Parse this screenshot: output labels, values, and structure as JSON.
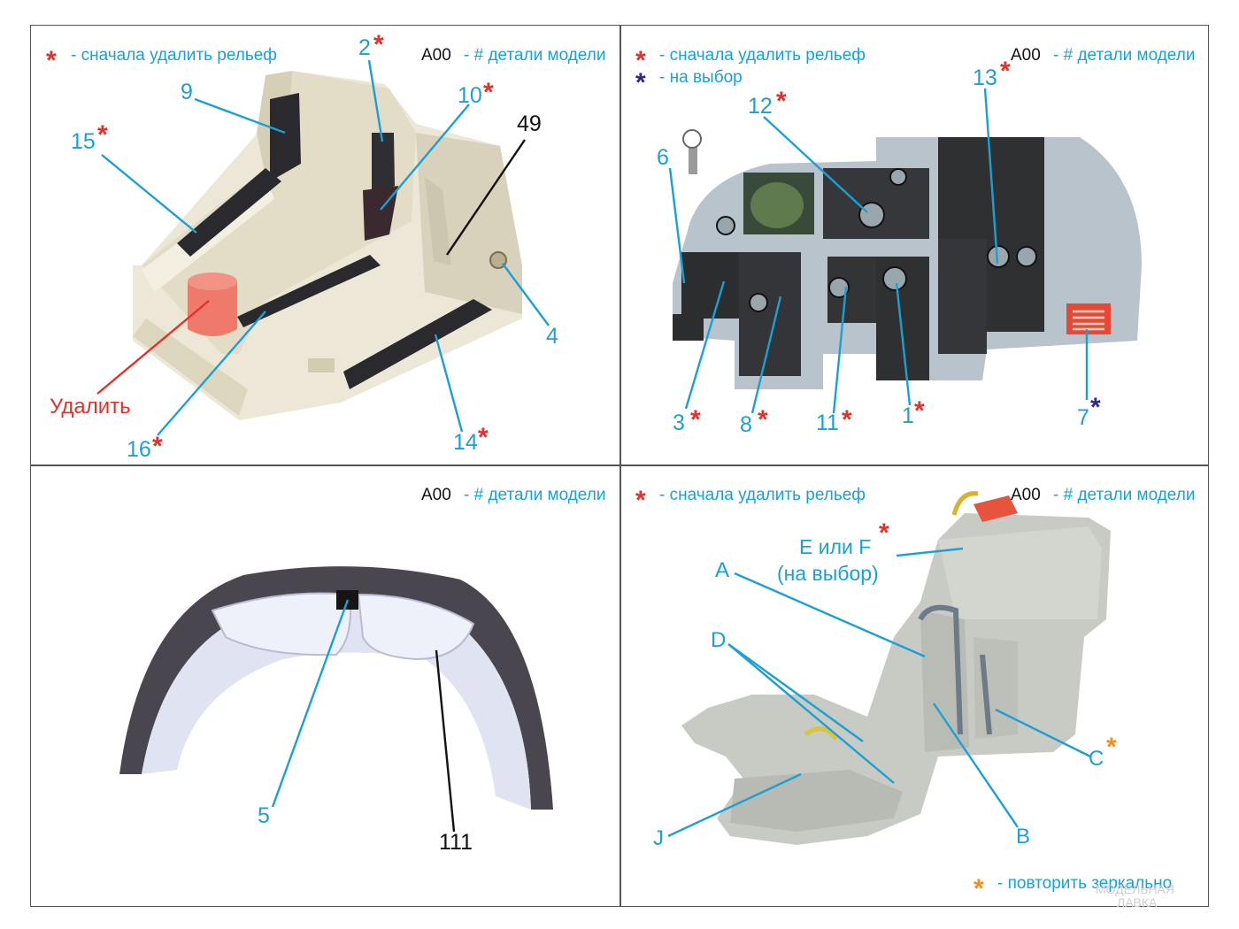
{
  "legend": {
    "star": "*",
    "remove_relief": "- сначала удалить рельеф",
    "optional": "- на выбор",
    "mirror": "- повторить зеркально",
    "part_code": "A00",
    "part_desc": "- # детали модели"
  },
  "colors": {
    "red": "#e0322d",
    "blue": "#1ba0d6",
    "navy": "#2c2a86",
    "orange": "#f0901c",
    "black": "#111111"
  },
  "panel_tl": {
    "labels": {
      "l9": "9",
      "l15": "15",
      "l2": "2",
      "l10": "10",
      "l49": "49",
      "l4": "4",
      "l14": "14",
      "l16": "16",
      "remove": "Удалить"
    }
  },
  "panel_tr": {
    "labels": {
      "l6": "6",
      "l12": "12",
      "l13": "13",
      "l3": "3",
      "l8": "8",
      "l11": "11",
      "l1": "1",
      "l7": "7"
    }
  },
  "panel_bl": {
    "labels": {
      "l5": "5",
      "l111": "111"
    }
  },
  "panel_br": {
    "labels": {
      "ef_line1": "E или F",
      "ef_line2": "(на выбор)",
      "a": "A",
      "d": "D",
      "c": "C",
      "b": "B",
      "j": "J"
    }
  },
  "watermark": {
    "line1": "МОДЕЛЬНАЯ",
    "line2": "ЛАВКА"
  }
}
